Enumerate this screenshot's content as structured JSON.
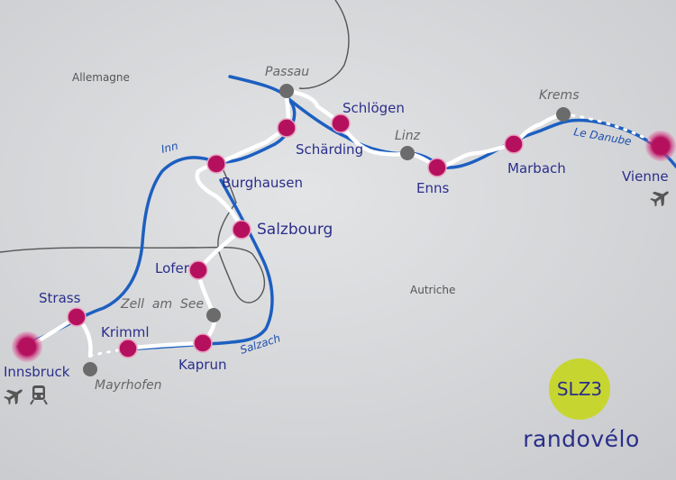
{
  "countries": {
    "germany": "Allemagne",
    "austria": "Autriche"
  },
  "rivers": {
    "inn": "Inn",
    "danube": "Le Danube",
    "salzach": "Salzach"
  },
  "stages": {
    "innsbruck": "Innsbruck",
    "strass": "Strass",
    "krimml": "Krimml",
    "kaprun": "Kaprun",
    "lofer": "Lofer",
    "salzbourg": "Salzbourg",
    "burghausen": "Burghausen",
    "scharding": "Schärding",
    "schlogen": "Schlögen",
    "enns": "Enns",
    "marbach": "Marbach",
    "vienne": "Vienne"
  },
  "transit_towns": {
    "mayrhofen": "Mayrhofen",
    "zell_am_see": "Zell  am  See",
    "passau": "Passau",
    "linz": "Linz",
    "krems": "Krems"
  },
  "badge": {
    "code": "SLZ3",
    "brand": "randovélo"
  },
  "icons": {
    "innsbruck": [
      "airplane-icon",
      "train-icon"
    ],
    "vienne": [
      "airplane-icon"
    ]
  },
  "colors": {
    "background": "#d6d7d9",
    "river": "#1d5fc0",
    "route": "#ffffff",
    "stage_point": "#b5105e",
    "transit_point": "#6b6b6b",
    "border": "#555555",
    "badge": "#c7d530",
    "brand_text": "#2a2f8a"
  }
}
